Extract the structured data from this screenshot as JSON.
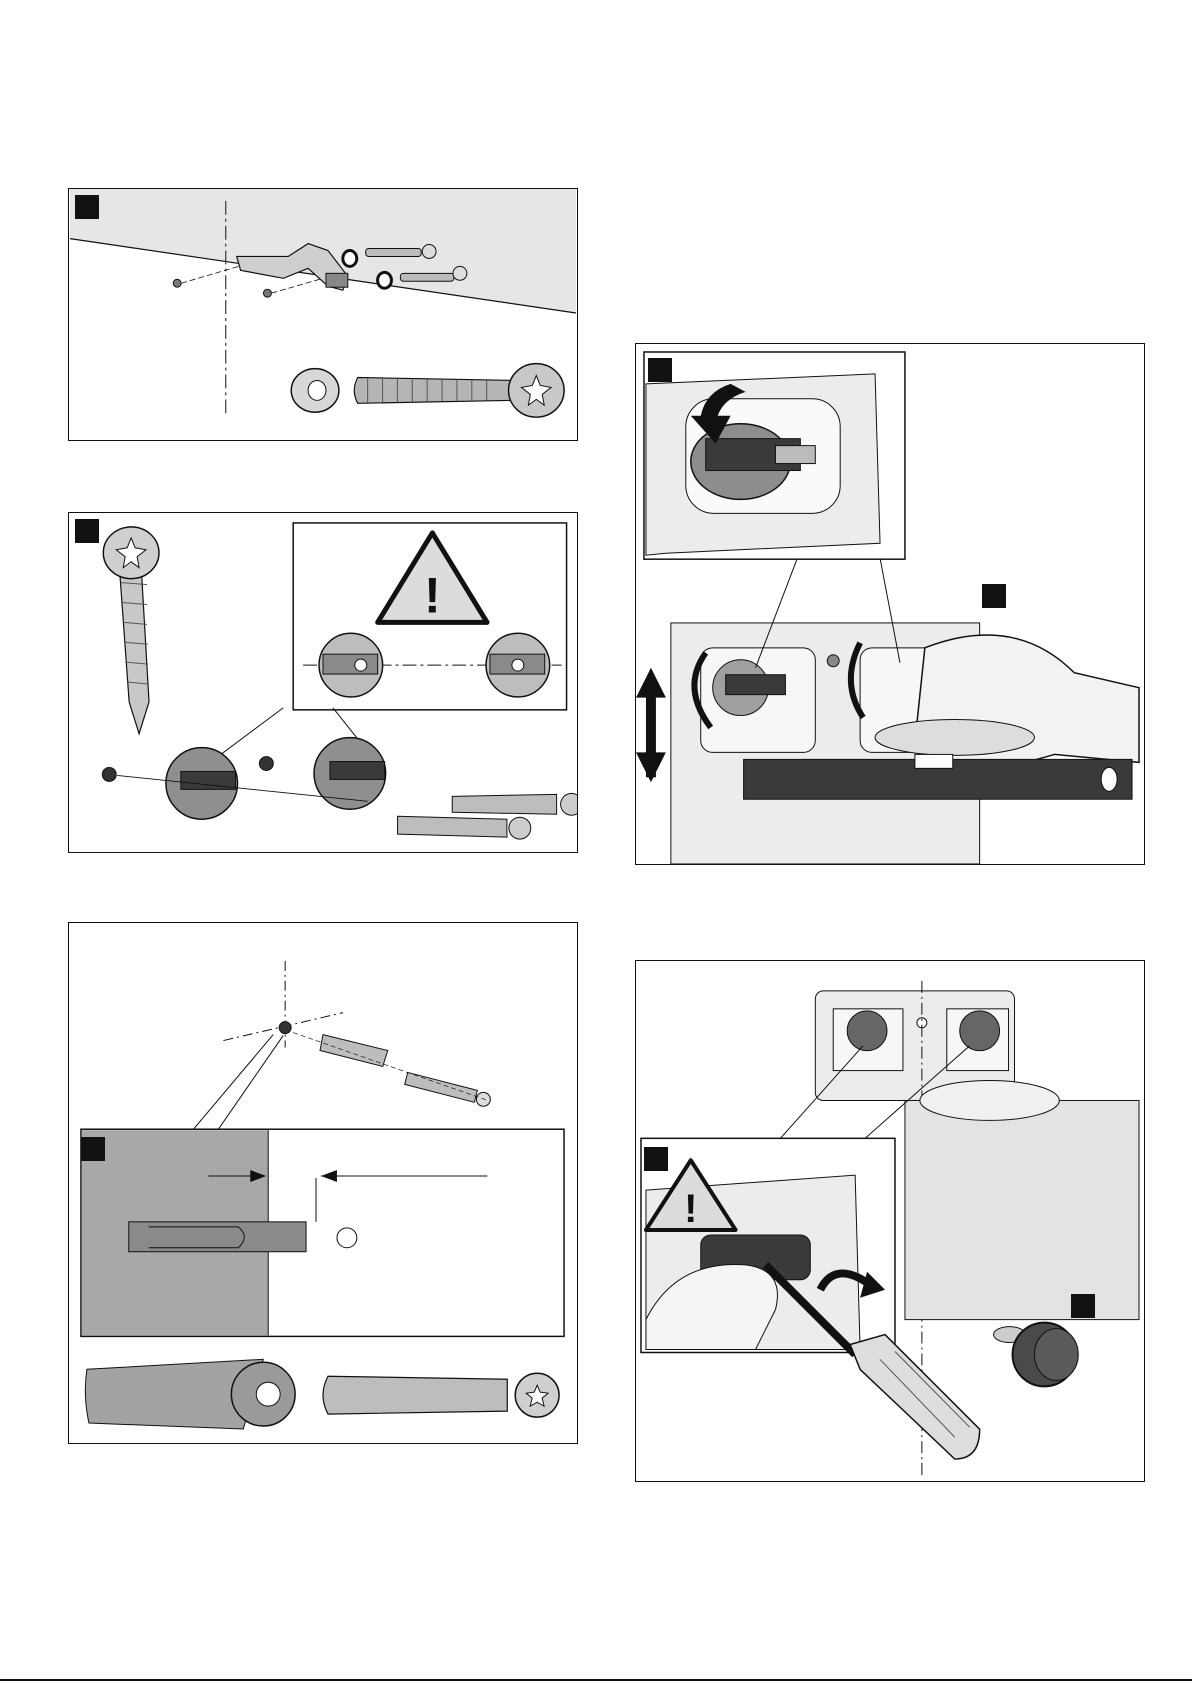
{
  "document": {
    "description_language": "none",
    "colors": {
      "line": "#111111",
      "wall_gray": "#e6e6e6",
      "part_gray": "#9a9a9a",
      "dark_part": "#3a3a3a",
      "warning_fill": "#dcdcdc"
    }
  },
  "panels": [
    {
      "id": "bracket-mounting",
      "badge": true
    },
    {
      "id": "eccentric-mounting",
      "badge": true,
      "icons": [
        "warning-triangle-icon"
      ]
    },
    {
      "id": "dowel-installation",
      "badge": true
    },
    {
      "id": "level-adjustment",
      "badge": true,
      "icons": [
        "down-arrow-icon",
        "vertical-double-arrow-icon",
        "rotate-arrow-icon"
      ]
    },
    {
      "id": "screw-tightening",
      "badge": true,
      "icons": [
        "warning-triangle-icon",
        "rotate-arrow-icon"
      ]
    }
  ],
  "warning_symbol": "!",
  "footer": {
    "text": ""
  }
}
